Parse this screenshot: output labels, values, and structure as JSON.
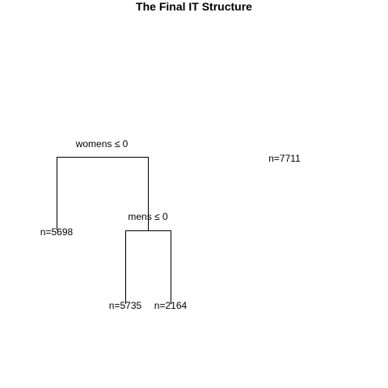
{
  "title": "The Final IT Structure",
  "tree": {
    "root": {
      "split": "womens ≤ 0"
    },
    "inner": {
      "split": "mens ≤ 0"
    },
    "leaves": [
      {
        "id": "left-leaf",
        "n": "n=5698"
      },
      {
        "id": "inner-left-leaf",
        "n": "n=5735"
      },
      {
        "id": "inner-right-leaf",
        "n": "n=2164"
      },
      {
        "id": "total-node",
        "n": "n=7711"
      }
    ]
  },
  "colors": {
    "line": "#000000",
    "text": "#000000",
    "background": "#ffffff"
  }
}
